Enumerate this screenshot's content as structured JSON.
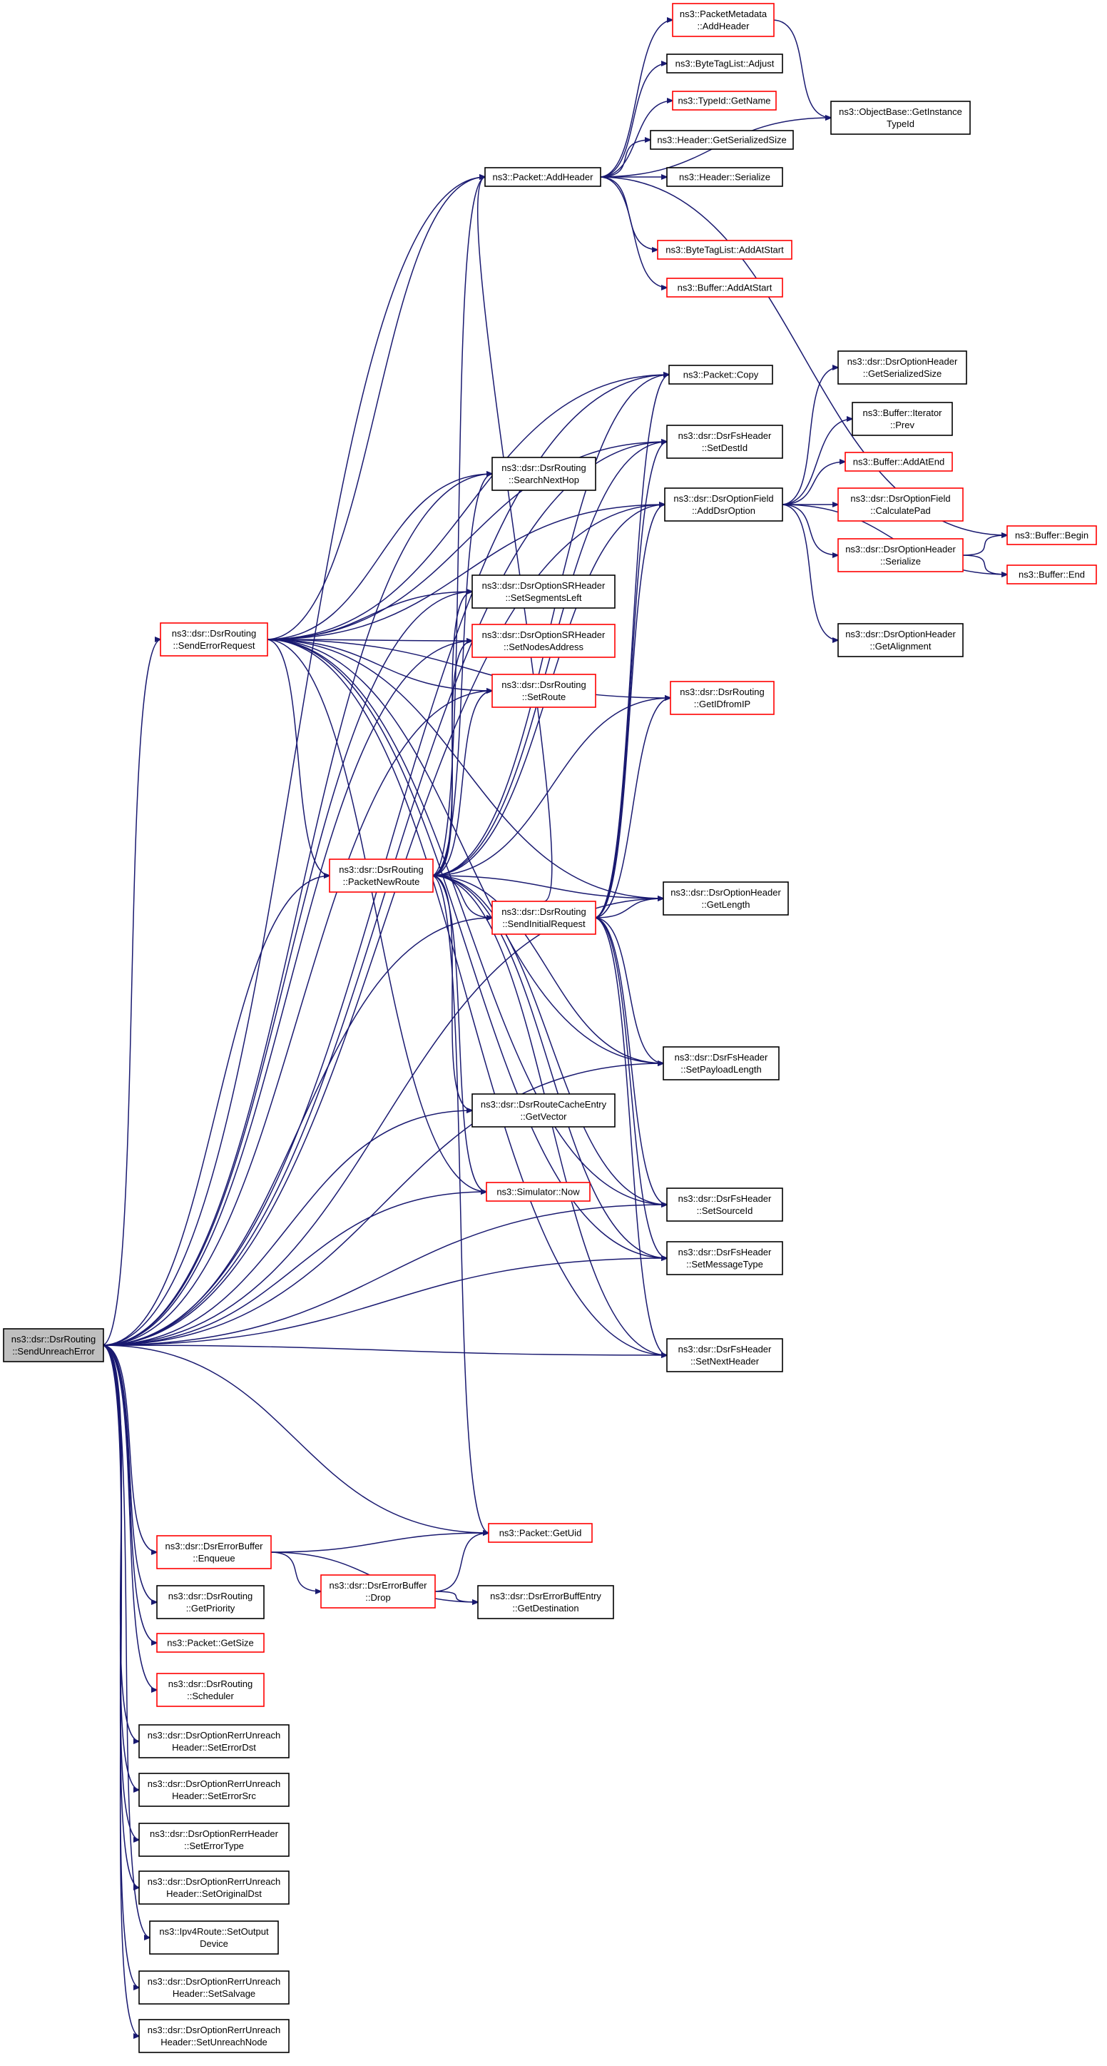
{
  "colors": {
    "edge": "#191970",
    "border_documented": "#000000",
    "border_undocumented": "#ff0000",
    "root_fill": "#bfbfbf",
    "node_fill": "#ffffff"
  },
  "nodes": [
    {
      "id": "root",
      "lines": [
        "ns3::dsr::DsrRouting",
        "::SendUnreachError"
      ],
      "style": "root"
    },
    {
      "id": "pm_addheader",
      "lines": [
        "ns3::PacketMetadata",
        "::AddHeader"
      ],
      "style": "red"
    },
    {
      "id": "btl_adjust",
      "lines": [
        "ns3::ByteTagList::Adjust"
      ],
      "style": "black"
    },
    {
      "id": "typeid_getname",
      "lines": [
        "ns3::TypeId::GetName"
      ],
      "style": "red"
    },
    {
      "id": "header_getser",
      "lines": [
        "ns3::Header::GetSerializedSize"
      ],
      "style": "black"
    },
    {
      "id": "header_ser",
      "lines": [
        "ns3::Header::Serialize"
      ],
      "style": "black"
    },
    {
      "id": "btl_addatstart",
      "lines": [
        "ns3::ByteTagList::AddAtStart"
      ],
      "style": "red"
    },
    {
      "id": "buf_addatstart",
      "lines": [
        "ns3::Buffer::AddAtStart"
      ],
      "style": "red"
    },
    {
      "id": "obj_getinst",
      "lines": [
        "ns3::ObjectBase::GetInstance",
        "TypeId"
      ],
      "style": "black"
    },
    {
      "id": "pkt_addheader",
      "lines": [
        "ns3::Packet::AddHeader"
      ],
      "style": "black"
    },
    {
      "id": "pkt_copy",
      "lines": [
        "ns3::Packet::Copy"
      ],
      "style": "black"
    },
    {
      "id": "fs_setdestid",
      "lines": [
        "ns3::dsr::DsrFsHeader",
        "::SetDestId"
      ],
      "style": "black"
    },
    {
      "id": "opt_getser",
      "lines": [
        "ns3::dsr::DsrOptionHeader",
        "::GetSerializedSize"
      ],
      "style": "black"
    },
    {
      "id": "buf_iter_prev",
      "lines": [
        "ns3::Buffer::Iterator",
        "::Prev"
      ],
      "style": "black"
    },
    {
      "id": "buf_addatend",
      "lines": [
        "ns3::Buffer::AddAtEnd"
      ],
      "style": "red"
    },
    {
      "id": "optfield_calcpad",
      "lines": [
        "ns3::dsr::DsrOptionField",
        "::CalculatePad"
      ],
      "style": "red"
    },
    {
      "id": "opthdr_ser",
      "lines": [
        "ns3::dsr::DsrOptionHeader",
        "::Serialize"
      ],
      "style": "red"
    },
    {
      "id": "buf_begin",
      "lines": [
        "ns3::Buffer::Begin"
      ],
      "style": "red"
    },
    {
      "id": "buf_end",
      "lines": [
        "ns3::Buffer::End"
      ],
      "style": "red"
    },
    {
      "id": "opthdr_getalign",
      "lines": [
        "ns3::dsr::DsrOptionHeader",
        "::GetAlignment"
      ],
      "style": "black"
    },
    {
      "id": "search_nexthop",
      "lines": [
        "ns3::dsr::DsrRouting",
        "::SearchNextHop"
      ],
      "style": "black"
    },
    {
      "id": "optfield_adddsr",
      "lines": [
        "ns3::dsr::DsrOptionField",
        "::AddDsrOption"
      ],
      "style": "black"
    },
    {
      "id": "sr_setsegleft",
      "lines": [
        "ns3::dsr::DsrOptionSRHeader",
        "::SetSegmentsLeft"
      ],
      "style": "black"
    },
    {
      "id": "send_errreq",
      "lines": [
        "ns3::dsr::DsrRouting",
        "::SendErrorRequest"
      ],
      "style": "red"
    },
    {
      "id": "sr_setnodesaddr",
      "lines": [
        "ns3::dsr::DsrOptionSRHeader",
        "::SetNodesAddress"
      ],
      "style": "red"
    },
    {
      "id": "routing_setroute",
      "lines": [
        "ns3::dsr::DsrRouting",
        "::SetRoute"
      ],
      "style": "red"
    },
    {
      "id": "getidfromip",
      "lines": [
        "ns3::dsr::DsrRouting",
        "::GetIDfromIP"
      ],
      "style": "red"
    },
    {
      "id": "packet_newroute",
      "lines": [
        "ns3::dsr::DsrRouting",
        "::PacketNewRoute"
      ],
      "style": "red"
    },
    {
      "id": "opthdr_getlength",
      "lines": [
        "ns3::dsr::DsrOptionHeader",
        "::GetLength"
      ],
      "style": "black"
    },
    {
      "id": "send_initreq",
      "lines": [
        "ns3::dsr::DsrRouting",
        "::SendInitialRequest"
      ],
      "style": "red"
    },
    {
      "id": "fs_setpayload",
      "lines": [
        "ns3::dsr::DsrFsHeader",
        "::SetPayloadLength"
      ],
      "style": "black"
    },
    {
      "id": "cache_getvector",
      "lines": [
        "ns3::dsr::DsrRouteCacheEntry",
        "::GetVector"
      ],
      "style": "black"
    },
    {
      "id": "sim_now",
      "lines": [
        "ns3::Simulator::Now"
      ],
      "style": "red"
    },
    {
      "id": "fs_setsourceid",
      "lines": [
        "ns3::dsr::DsrFsHeader",
        "::SetSourceId"
      ],
      "style": "black"
    },
    {
      "id": "fs_setmsgtype",
      "lines": [
        "ns3::dsr::DsrFsHeader",
        "::SetMessageType"
      ],
      "style": "black"
    },
    {
      "id": "fs_setnexthdr",
      "lines": [
        "ns3::dsr::DsrFsHeader",
        "::SetNextHeader"
      ],
      "style": "black"
    },
    {
      "id": "pkt_getuid",
      "lines": [
        "ns3::Packet::GetUid"
      ],
      "style": "red"
    },
    {
      "id": "errbuf_enqueue",
      "lines": [
        "ns3::dsr::DsrErrorBuffer",
        "::Enqueue"
      ],
      "style": "red"
    },
    {
      "id": "errbuf_drop",
      "lines": [
        "ns3::dsr::DsrErrorBuffer",
        "::Drop"
      ],
      "style": "red"
    },
    {
      "id": "errbufentry_getdest",
      "lines": [
        "ns3::dsr::DsrErrorBuffEntry",
        "::GetDestination"
      ],
      "style": "black"
    },
    {
      "id": "routing_getpriority",
      "lines": [
        "ns3::dsr::DsrRouting",
        "::GetPriority"
      ],
      "style": "black"
    },
    {
      "id": "pkt_getsize",
      "lines": [
        "ns3::Packet::GetSize"
      ],
      "style": "red"
    },
    {
      "id": "routing_scheduler",
      "lines": [
        "ns3::dsr::DsrRouting",
        "::Scheduler"
      ],
      "style": "red"
    },
    {
      "id": "rerr_seterrdst",
      "lines": [
        "ns3::dsr::DsrOptionRerrUnreach",
        "Header::SetErrorDst"
      ],
      "style": "black"
    },
    {
      "id": "rerr_seterrsrc",
      "lines": [
        "ns3::dsr::DsrOptionRerrUnreach",
        "Header::SetErrorSrc"
      ],
      "style": "black"
    },
    {
      "id": "rerrhdr_seterrtype",
      "lines": [
        "ns3::dsr::DsrOptionRerrHeader",
        "::SetErrorType"
      ],
      "style": "black"
    },
    {
      "id": "rerr_setorigdst",
      "lines": [
        "ns3::dsr::DsrOptionRerrUnreach",
        "Header::SetOriginalDst"
      ],
      "style": "black"
    },
    {
      "id": "ipv4route_setoutdev",
      "lines": [
        "ns3::Ipv4Route::SetOutput",
        "Device"
      ],
      "style": "black"
    },
    {
      "id": "rerr_setsalvage",
      "lines": [
        "ns3::dsr::DsrOptionRerrUnreach",
        "Header::SetSalvage"
      ],
      "style": "black"
    },
    {
      "id": "rerr_setunreachnode",
      "lines": [
        "ns3::dsr::DsrOptionRerrUnreach",
        "Header::SetUnreachNode"
      ],
      "style": "black"
    }
  ],
  "edges": [
    [
      "root",
      "pkt_addheader"
    ],
    [
      "root",
      "pkt_copy"
    ],
    [
      "root",
      "fs_setdestid"
    ],
    [
      "root",
      "optfield_adddsr"
    ],
    [
      "root",
      "search_nexthop"
    ],
    [
      "root",
      "send_errreq"
    ],
    [
      "root",
      "sr_setsegleft"
    ],
    [
      "root",
      "sr_setnodesaddr"
    ],
    [
      "root",
      "routing_setroute"
    ],
    [
      "root",
      "packet_newroute"
    ],
    [
      "root",
      "send_initreq"
    ],
    [
      "root",
      "opthdr_getlength"
    ],
    [
      "root",
      "fs_setpayload"
    ],
    [
      "root",
      "cache_getvector"
    ],
    [
      "root",
      "sim_now"
    ],
    [
      "root",
      "fs_setsourceid"
    ],
    [
      "root",
      "fs_setmsgtype"
    ],
    [
      "root",
      "fs_setnexthdr"
    ],
    [
      "root",
      "pkt_getuid"
    ],
    [
      "root",
      "errbuf_enqueue"
    ],
    [
      "root",
      "routing_getpriority"
    ],
    [
      "root",
      "pkt_getsize"
    ],
    [
      "root",
      "routing_scheduler"
    ],
    [
      "root",
      "rerr_seterrdst"
    ],
    [
      "root",
      "rerr_seterrsrc"
    ],
    [
      "root",
      "rerrhdr_seterrtype"
    ],
    [
      "root",
      "rerr_setorigdst"
    ],
    [
      "root",
      "ipv4route_setoutdev"
    ],
    [
      "root",
      "rerr_setsalvage"
    ],
    [
      "root",
      "rerr_setunreachnode"
    ],
    [
      "pkt_addheader",
      "pm_addheader"
    ],
    [
      "pkt_addheader",
      "btl_adjust"
    ],
    [
      "pkt_addheader",
      "typeid_getname"
    ],
    [
      "pkt_addheader",
      "header_getser"
    ],
    [
      "pkt_addheader",
      "header_ser"
    ],
    [
      "pkt_addheader",
      "btl_addatstart"
    ],
    [
      "pkt_addheader",
      "buf_addatstart"
    ],
    [
      "pkt_addheader",
      "obj_getinst"
    ],
    [
      "pkt_addheader",
      "buf_begin"
    ],
    [
      "pm_addheader",
      "obj_getinst"
    ],
    [
      "optfield_adddsr",
      "opt_getser"
    ],
    [
      "optfield_adddsr",
      "buf_iter_prev"
    ],
    [
      "optfield_adddsr",
      "buf_addatend"
    ],
    [
      "optfield_adddsr",
      "optfield_calcpad"
    ],
    [
      "optfield_adddsr",
      "opthdr_ser"
    ],
    [
      "optfield_adddsr",
      "buf_end"
    ],
    [
      "optfield_adddsr",
      "opthdr_getalign"
    ],
    [
      "opthdr_ser",
      "buf_begin"
    ],
    [
      "opthdr_ser",
      "buf_end"
    ],
    [
      "send_errreq",
      "pkt_addheader"
    ],
    [
      "send_errreq",
      "pkt_copy"
    ],
    [
      "send_errreq",
      "fs_setdestid"
    ],
    [
      "send_errreq",
      "optfield_adddsr"
    ],
    [
      "send_errreq",
      "search_nexthop"
    ],
    [
      "send_errreq",
      "sr_setsegleft"
    ],
    [
      "send_errreq",
      "sr_setnodesaddr"
    ],
    [
      "send_errreq",
      "routing_setroute"
    ],
    [
      "send_errreq",
      "getidfromip"
    ],
    [
      "send_errreq",
      "packet_newroute"
    ],
    [
      "send_errreq",
      "opthdr_getlength"
    ],
    [
      "send_errreq",
      "fs_setpayload"
    ],
    [
      "send_errreq",
      "sim_now"
    ],
    [
      "send_errreq",
      "fs_setsourceid"
    ],
    [
      "send_errreq",
      "fs_setmsgtype"
    ],
    [
      "send_errreq",
      "fs_setnexthdr"
    ],
    [
      "packet_newroute",
      "pkt_addheader"
    ],
    [
      "packet_newroute",
      "search_nexthop"
    ],
    [
      "packet_newroute",
      "sr_setsegleft"
    ],
    [
      "packet_newroute",
      "sr_setnodesaddr"
    ],
    [
      "packet_newroute",
      "routing_setroute"
    ],
    [
      "packet_newroute",
      "getidfromip"
    ],
    [
      "packet_newroute",
      "optfield_adddsr"
    ],
    [
      "packet_newroute",
      "opthdr_getlength"
    ],
    [
      "packet_newroute",
      "send_initreq"
    ],
    [
      "packet_newroute",
      "fs_setpayload"
    ],
    [
      "packet_newroute",
      "cache_getvector"
    ],
    [
      "packet_newroute",
      "sim_now"
    ],
    [
      "packet_newroute",
      "fs_setsourceid"
    ],
    [
      "packet_newroute",
      "fs_setmsgtype"
    ],
    [
      "packet_newroute",
      "fs_setnexthdr"
    ],
    [
      "packet_newroute",
      "pkt_getuid"
    ],
    [
      "packet_newroute",
      "pkt_copy"
    ],
    [
      "packet_newroute",
      "fs_setdestid"
    ],
    [
      "send_initreq",
      "pkt_addheader"
    ],
    [
      "send_initreq",
      "pkt_copy"
    ],
    [
      "send_initreq",
      "fs_setdestid"
    ],
    [
      "send_initreq",
      "optfield_adddsr"
    ],
    [
      "send_initreq",
      "getidfromip"
    ],
    [
      "send_initreq",
      "opthdr_getlength"
    ],
    [
      "send_initreq",
      "fs_setpayload"
    ],
    [
      "send_initreq",
      "fs_setsourceid"
    ],
    [
      "send_initreq",
      "fs_setmsgtype"
    ],
    [
      "send_initreq",
      "fs_setnexthdr"
    ],
    [
      "errbuf_enqueue",
      "pkt_getuid"
    ],
    [
      "errbuf_enqueue",
      "errbuf_drop"
    ],
    [
      "errbuf_enqueue",
      "errbufentry_getdest"
    ],
    [
      "errbuf_drop",
      "pkt_getuid"
    ],
    [
      "errbuf_drop",
      "errbufentry_getdest"
    ]
  ]
}
